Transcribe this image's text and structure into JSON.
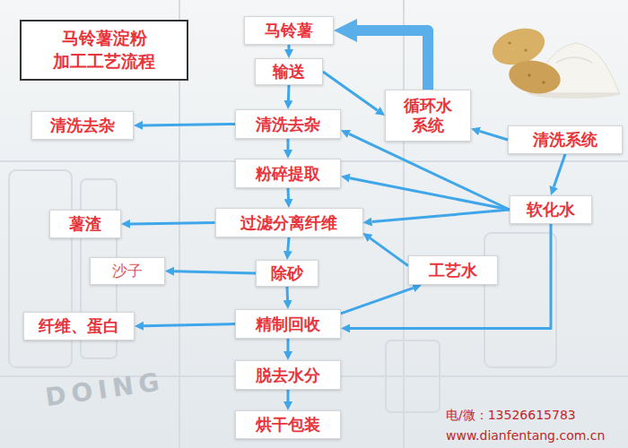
{
  "diagram": {
    "title": "马铃薯淀粉 加工工艺流程",
    "nodes": [
      {
        "text": [
          "马铃薯"
        ]
      },
      {
        "text": [
          "输送"
        ]
      },
      {
        "text": [
          "循环水 系统"
        ]
      },
      {
        "text": [
          "清洗去杂"
        ]
      },
      {
        "text": [
          "清洗去杂"
        ]
      },
      {
        "text": [
          "清洗系统"
        ]
      },
      {
        "text": [
          "粉碎提取"
        ]
      },
      {
        "text": [
          "软化水"
        ]
      },
      {
        "text": [
          "薯渣"
        ]
      },
      {
        "text": [
          "过滤分离纤维"
        ]
      },
      {
        "text": [
          "沙子"
        ]
      },
      {
        "text": [
          "除砂"
        ]
      },
      {
        "text": [
          "工艺水"
        ]
      },
      {
        "text": [
          "纤维、蛋白"
        ]
      },
      {
        "text": [
          "精制回收"
        ]
      },
      {
        "text": [
          "脱去水分"
        ]
      },
      {
        "text": [
          "烘干包装"
        ]
      }
    ],
    "edges": [
      {
        "from": 0,
        "to": 1,
        "arrow": "to"
      },
      {
        "from": 1,
        "to": 4,
        "arrow": "to"
      },
      {
        "from": 4,
        "to": 6,
        "arrow": "to"
      },
      {
        "from": 6,
        "to": 9,
        "arrow": "to"
      },
      {
        "from": 9,
        "to": 11,
        "arrow": "to"
      },
      {
        "from": 11,
        "to": 14,
        "arrow": "to"
      },
      {
        "from": 14,
        "to": 15,
        "arrow": "to"
      },
      {
        "from": 15,
        "to": 16,
        "arrow": "to"
      },
      {
        "from": 4,
        "to": 3,
        "arrow": "to"
      },
      {
        "from": 9,
        "to": 8,
        "arrow": "to"
      },
      {
        "from": 11,
        "to": 10,
        "arrow": "to"
      },
      {
        "from": 14,
        "to": 13,
        "arrow": "to"
      },
      {
        "from": 1,
        "to": 2,
        "arrow": "to"
      },
      {
        "from": 2,
        "to": 0,
        "arrow": "to"
      },
      {
        "from": 5,
        "to": 2,
        "arrow": "to"
      },
      {
        "from": 5,
        "to": 7,
        "arrow": "to"
      },
      {
        "from": 7,
        "to": 4,
        "arrow": "to"
      },
      {
        "from": 7,
        "to": 6,
        "arrow": "to"
      },
      {
        "from": 7,
        "to": 9,
        "arrow": "to"
      },
      {
        "from": 7,
        "to": 14,
        "arrow": "to"
      },
      {
        "from": 12,
        "to": 9,
        "arrow": "to"
      },
      {
        "from": 14,
        "to": 12,
        "arrow": "to"
      }
    ],
    "labels": [
      "电/微：13526615783",
      "www.dianfentang.com.cn",
      "DOING"
    ]
  }
}
